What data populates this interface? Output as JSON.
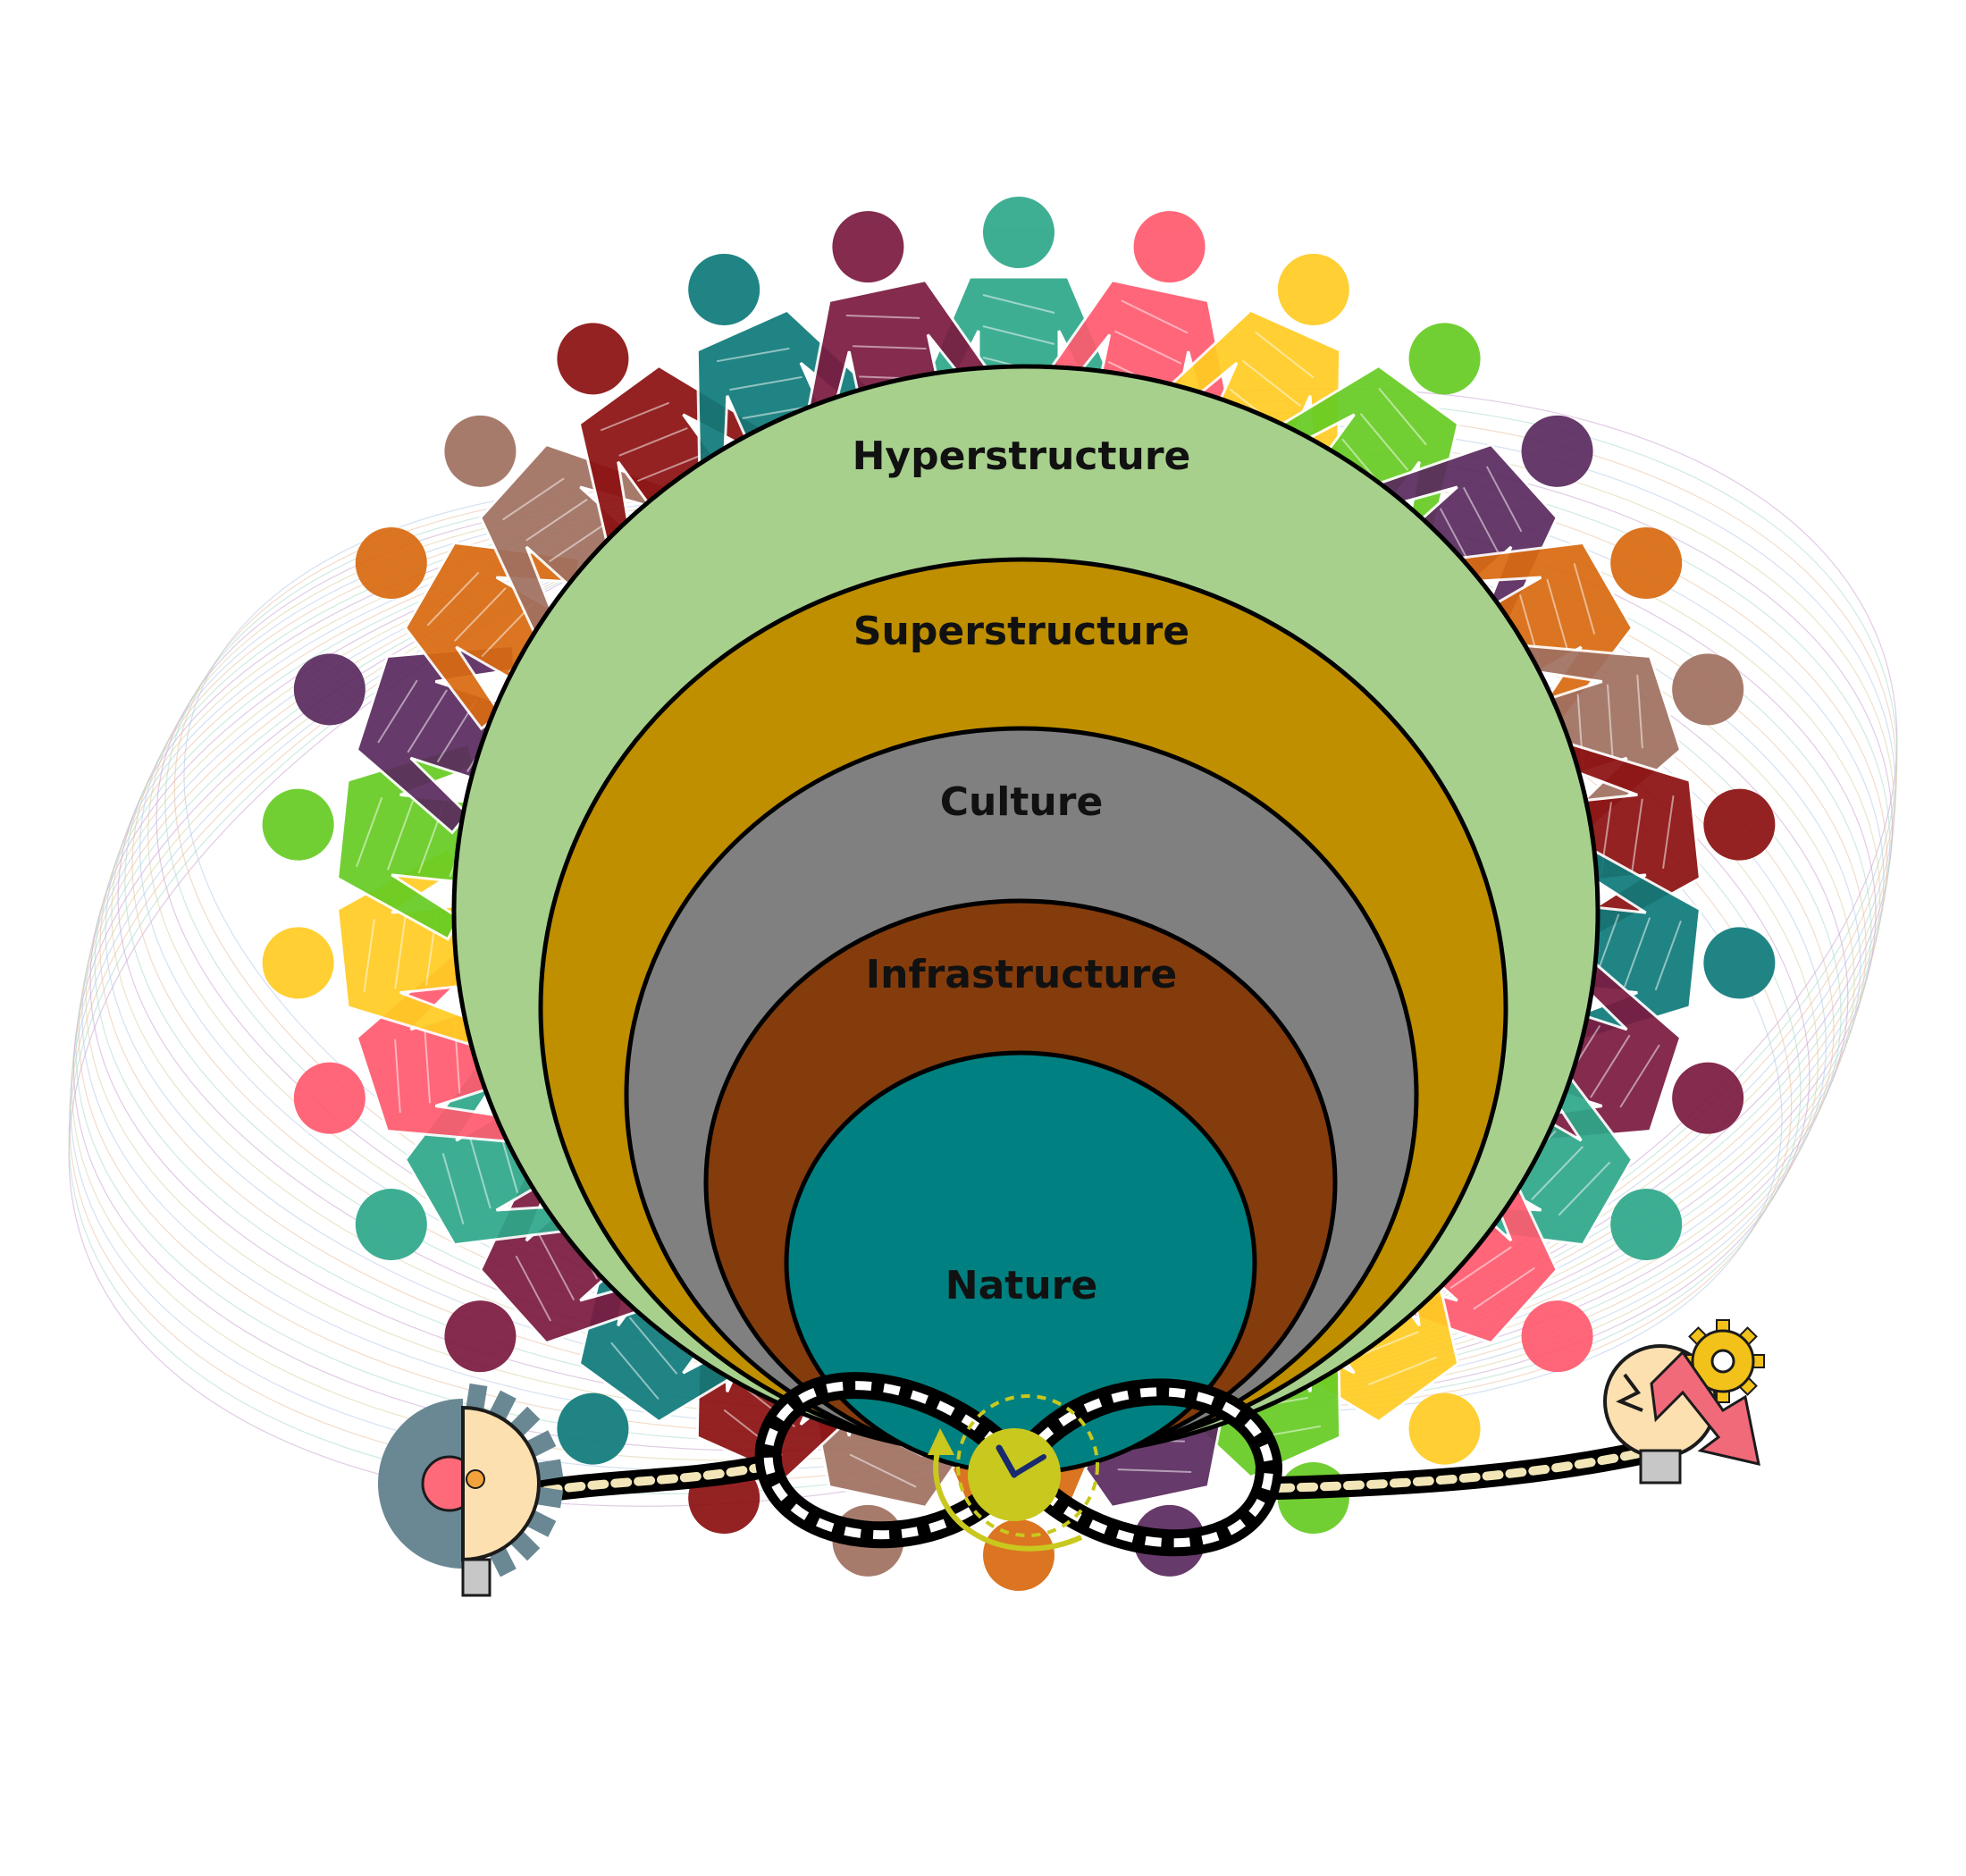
{
  "diagram": {
    "layers": [
      {
        "id": "hyperstructure",
        "label": "Hyperstructure",
        "color": "#a8d08d"
      },
      {
        "id": "superstructure",
        "label": "Superstructure",
        "color": "#bf8f00"
      },
      {
        "id": "culture",
        "label": "Culture",
        "color": "#808080"
      },
      {
        "id": "infrastructure",
        "label": "Infrastructure",
        "color": "#843c0c"
      },
      {
        "id": "nature",
        "label": "Nature",
        "color": "#008080"
      }
    ],
    "outline_color": "#000000"
  },
  "people_ring": {
    "figure_icon": "person-figure-icon",
    "colors": [
      "#2ea88a",
      "#ff5a6e",
      "#ffcc22",
      "#66cc22",
      "#5a2a5e",
      "#d96a10",
      "#a07060",
      "#8b1010",
      "#0f7a7a",
      "#7a1a40"
    ]
  },
  "icons": {
    "left": "gear-lightbulb-icon",
    "center": "clock-icon",
    "right": "lightbulb-gear-decline-icon",
    "link": "chain-infinity-icon"
  },
  "icon_colors": {
    "gear": "#6a8894",
    "bulb": "#fde0b0",
    "clock": "#c8c81e",
    "arrow": "#f06a7a",
    "gear_gold": "#f2c21a"
  }
}
